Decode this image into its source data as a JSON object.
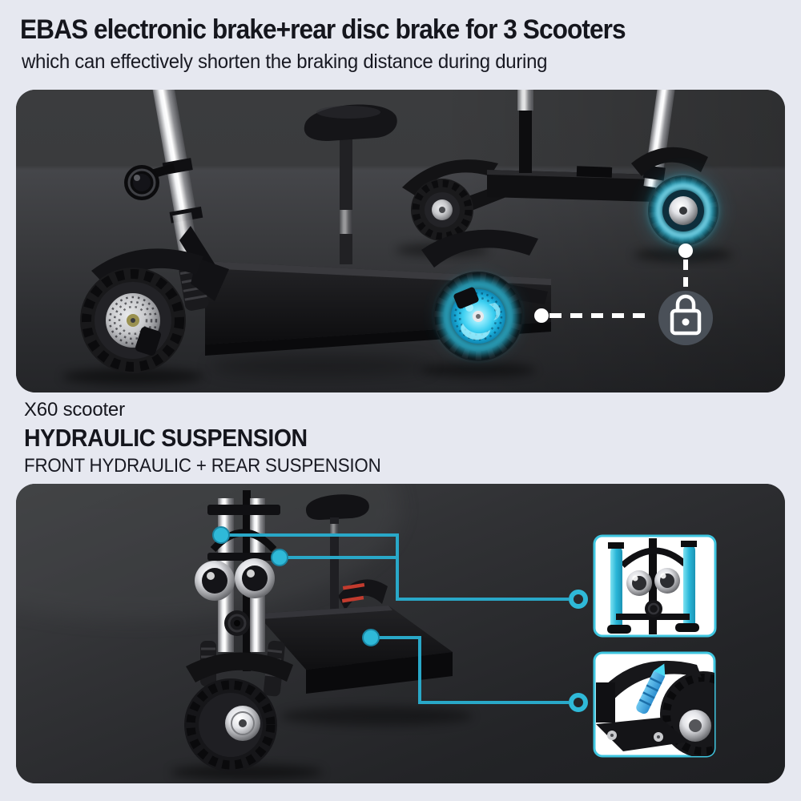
{
  "page": {
    "background": "#e6e8f0",
    "text_color": "#15161d"
  },
  "header": {
    "title": "EBAS electronic brake+rear disc brake for 3 Scooters",
    "subtitle": "which can effectively shorten the braking distance during during"
  },
  "suspension_section": {
    "product_name": "X60 scooter",
    "heading": "HYDRAULIC SUSPENSION",
    "subheading": "FRONT HYDRAULIC + REAR SUSPENSION"
  },
  "colors": {
    "accent_cyan": "#29a8c8",
    "glow_cyan": "#35d4f5",
    "inset_border": "#3fc6e0",
    "lock_badge_bg": "#4d545c",
    "panel_dark": "#2c2d30",
    "connector_white": "#ffffff",
    "red_accent": "#c23b2e"
  },
  "icons": {
    "lock_icon": "padlock"
  }
}
